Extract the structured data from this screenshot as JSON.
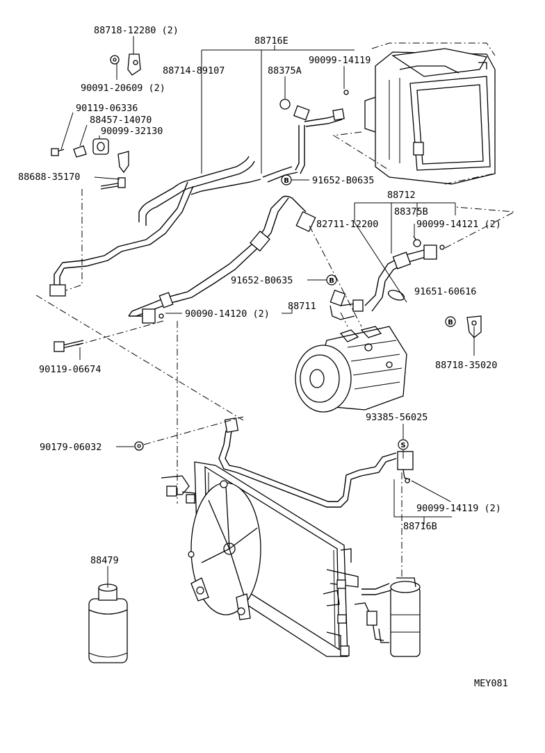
{
  "labels": {
    "p88718_12280": "88718-12280 (2)",
    "p88716E": "88716E",
    "p88714_89107": "88714-89107",
    "p88375A": "88375A",
    "p90099_14119_top": "90099-14119",
    "p90091_20609": "90091-20609 (2)",
    "p90119_06336": "90119-06336",
    "p88457_14070": "88457-14070",
    "p90099_32130": "90099-32130",
    "p88688_35170": "88688-35170",
    "p91652_B0635_a": "91652-B0635",
    "p88712": "88712",
    "p88375B": "88375B",
    "p82711_12200": "82711-12200",
    "p90099_14121": "90099-14121 (2)",
    "p91652_B0635_b": "91652-B0635",
    "p91651_60616": "91651-60616",
    "p90090_14120": "90090-14120 (2)",
    "p88711": "88711",
    "p88718_35020": "88718-35020",
    "p90119_06674": "90119-06674",
    "p93385_56025": "93385-56025",
    "p90179_06032": "90179-06032",
    "p90099_14119_bot": "90099-14119 (2)",
    "p88716B": "88716B",
    "p88479": "88479",
    "code": "MEY081"
  },
  "markers": {
    "B": "B",
    "S": "S"
  }
}
